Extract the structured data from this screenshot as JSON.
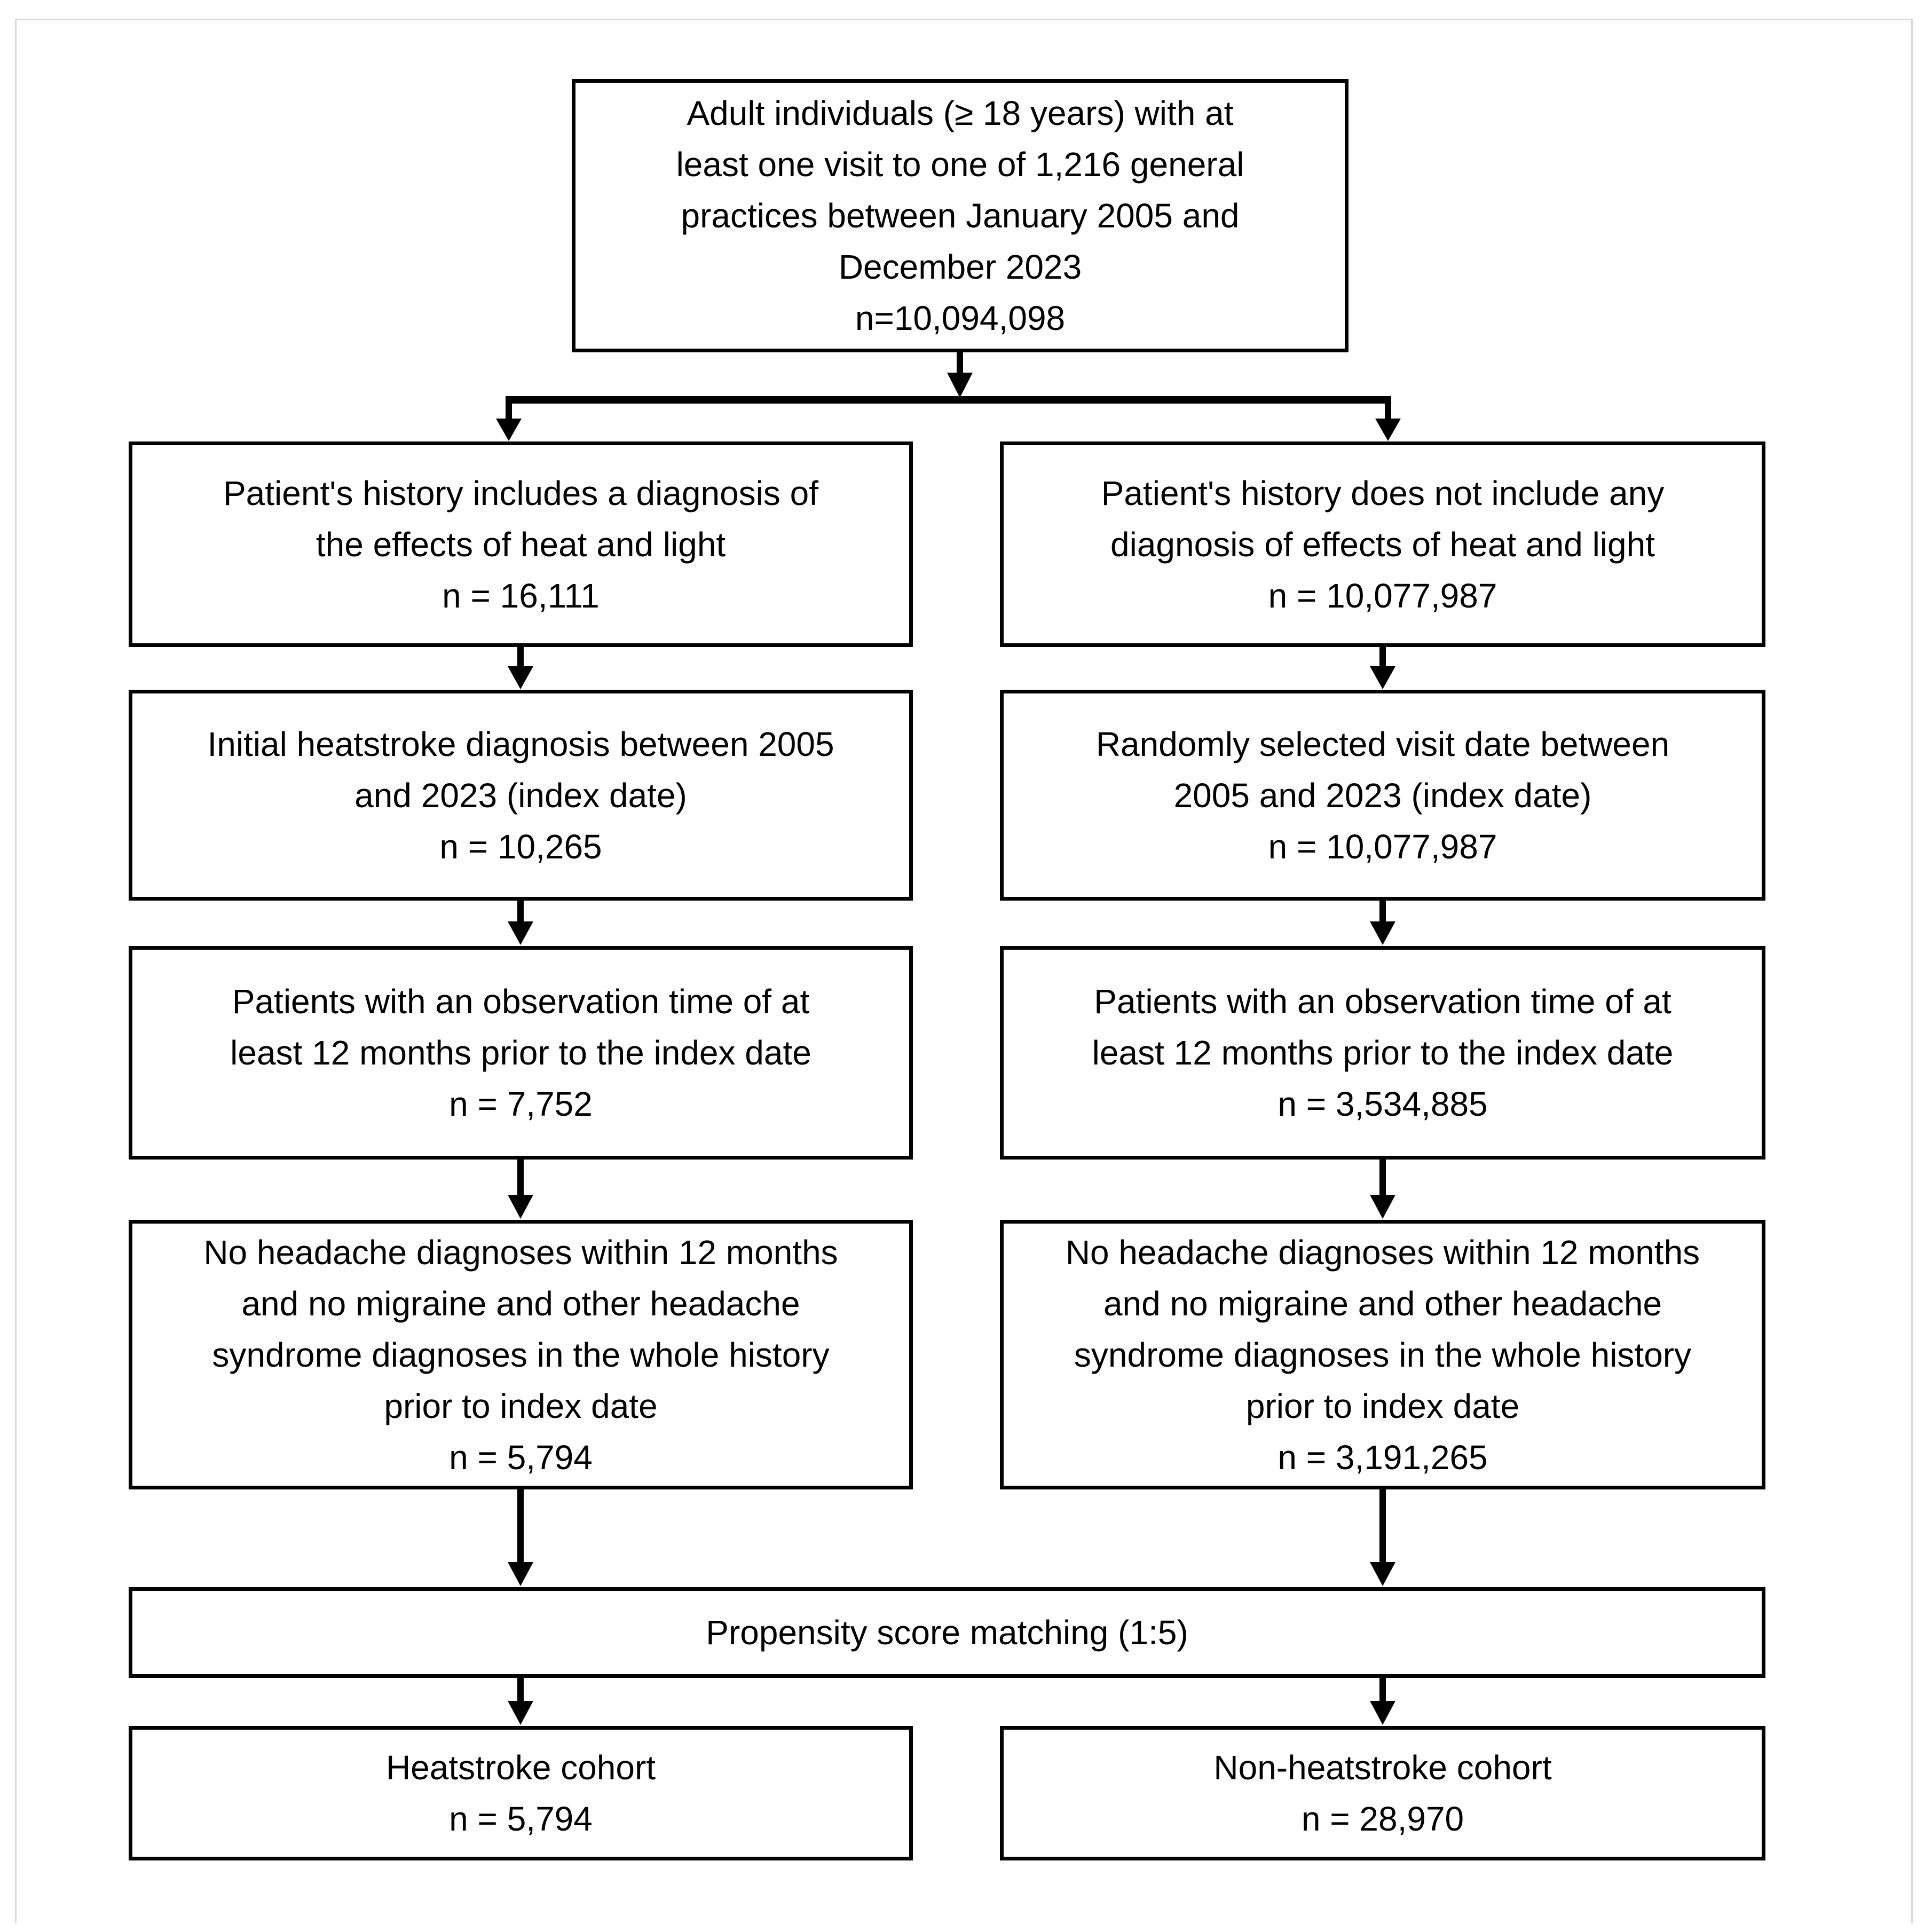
{
  "figure": {
    "kind": "cohort-selection-flowchart",
    "colors": {
      "box_border": "#000000",
      "box_fill": "#ffffff",
      "text": "#000000",
      "frame": "#d9d9d9"
    },
    "boxes": {
      "source_population": {
        "lines": [
          "Adult individuals (≥ 18 years) with at",
          "least one visit to one of 1,216 general",
          "practices between January 2005 and",
          "December 2023",
          "n=10,094,098"
        ]
      },
      "heat_diagnosis_yes": {
        "lines": [
          "Patient's history includes a diagnosis of",
          "the effects of heat and light",
          "n = 16,111"
        ]
      },
      "heat_diagnosis_no": {
        "lines": [
          "Patient's history does not include any",
          "diagnosis of effects of heat and light",
          "n = 10,077,987"
        ]
      },
      "initial_heatstroke_diagnosis": {
        "lines": [
          "Initial heatstroke diagnosis between 2005",
          "and 2023 (index date)",
          "n = 10,265"
        ]
      },
      "random_visit_date": {
        "lines": [
          "Randomly selected visit date between",
          "2005 and 2023 (index date)",
          "n = 10,077,987"
        ]
      },
      "observation_time_left": {
        "lines": [
          "Patients with an observation time of at",
          "least 12 months prior to the index date",
          "n = 7,752"
        ]
      },
      "observation_time_right": {
        "lines": [
          "Patients with an observation time of at",
          "least 12 months prior to the index date",
          "n = 3,534,885"
        ]
      },
      "no_headache_left": {
        "lines": [
          "No headache diagnoses within 12 months",
          "and no migraine and other headache",
          "syndrome diagnoses in the whole history",
          "prior to index date",
          "n = 5,794"
        ]
      },
      "no_headache_right": {
        "lines": [
          "No headache diagnoses within 12 months",
          "and no migraine and other headache",
          "syndrome diagnoses in the whole history",
          "prior to index date",
          "n = 3,191,265"
        ]
      },
      "propensity_matching": {
        "lines": [
          "Propensity score matching (1:5)"
        ]
      },
      "heatstroke_cohort": {
        "lines": [
          "Heatstroke cohort",
          "n = 5,794"
        ]
      },
      "non_heatstroke_cohort": {
        "lines": [
          "Non-heatstroke cohort",
          "n = 28,970"
        ]
      }
    }
  }
}
